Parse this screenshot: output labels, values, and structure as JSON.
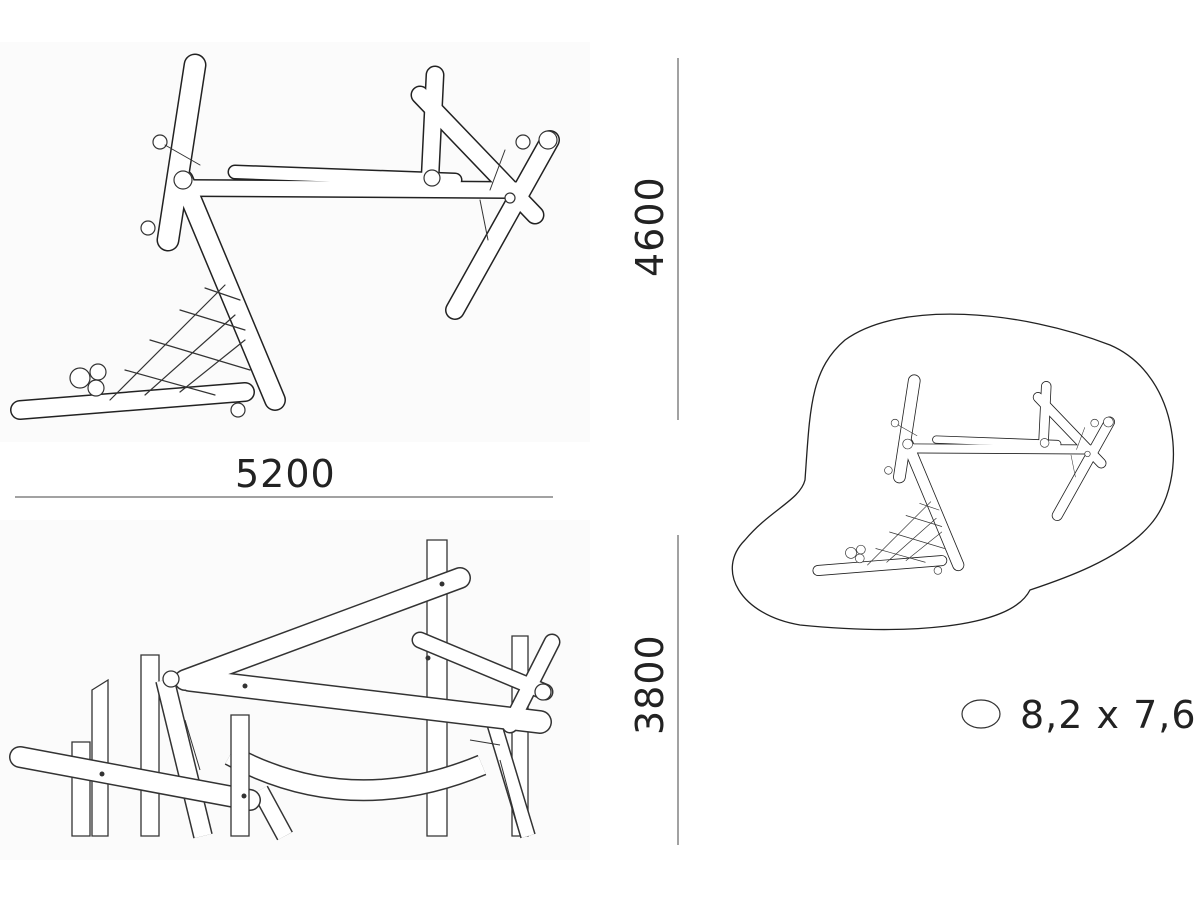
{
  "dimensions": {
    "width": "5200",
    "height": "4600",
    "side_height": "3800"
  },
  "safety_area": {
    "label": "8,2 x 7,6",
    "icon": "ellipse-icon"
  },
  "colors": {
    "line": "#222222",
    "background": "#ffffff"
  }
}
